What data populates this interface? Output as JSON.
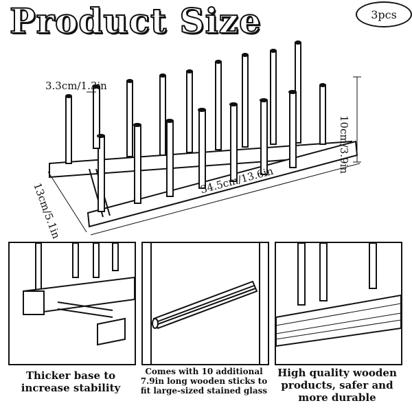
{
  "title": "Product Size",
  "badge": "3pcs",
  "dimensions": {
    "peg_diameter": "3.3cm/1.3in",
    "height": "10cm/3.9in",
    "depth": "13cm/5.1in",
    "length": "34.5cm/13.6in"
  },
  "features": [
    {
      "caption": "Thicker base to increase stability"
    },
    {
      "caption": "Comes with 10 additional 7.9in long wooden sticks to fit large-sized stained glass"
    },
    {
      "caption": "High quality wooden products, safer and more durable"
    }
  ]
}
